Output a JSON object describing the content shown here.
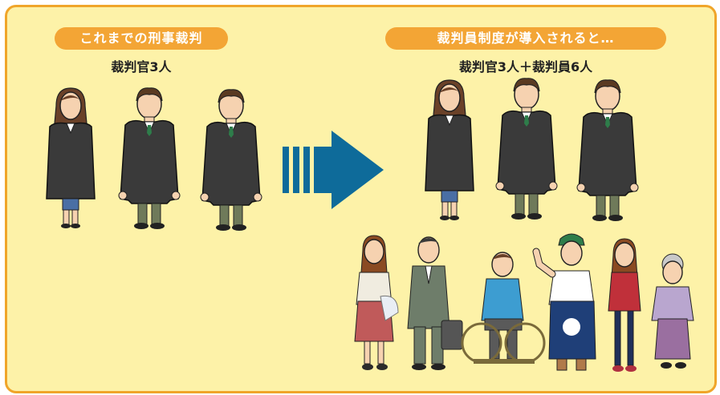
{
  "left": {
    "header": "これまでの刑事裁判",
    "caption": "裁判官3人"
  },
  "right": {
    "header": "裁判員制度が導入されると…",
    "caption": "裁判官3人＋裁判員6人"
  },
  "colors": {
    "frame_border": "#f0a52a",
    "background": "#fdf2a8",
    "header_pill": "#f3a535",
    "arrow": "#0e6b9a",
    "robe": "#3a3a3a"
  },
  "icons": [
    "judge-figure",
    "arrow-right-icon",
    "citizen-figure"
  ]
}
